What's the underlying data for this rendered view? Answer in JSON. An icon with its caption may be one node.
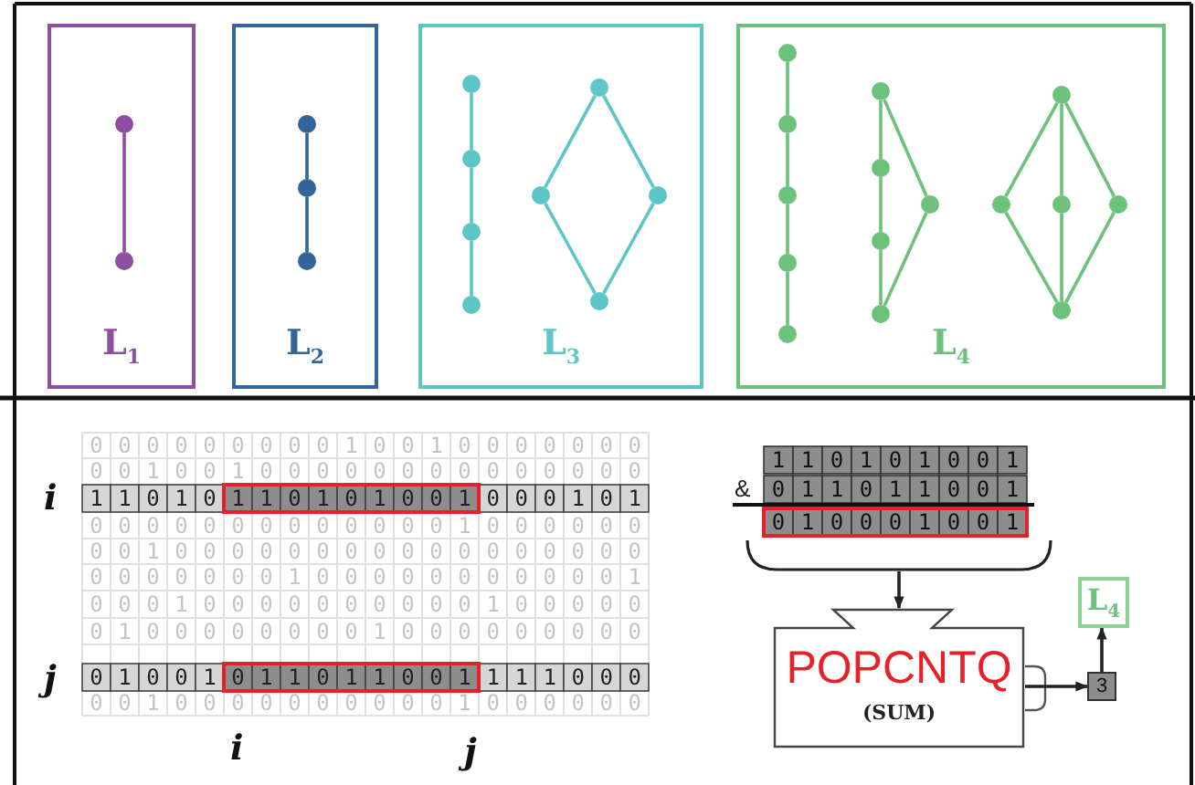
{
  "diagram": {
    "nodes": [
      {
        "text": [
          "L$_{1}$"
        ]
      },
      {
        "text": [],
        "shape": "circle",
        "in": 0
      },
      {
        "text": [],
        "shape": "circle",
        "in": 0
      },
      {
        "text": [
          "L$_{2}$"
        ]
      },
      {
        "text": [],
        "shape": "circle",
        "in": 3
      },
      {
        "text": [],
        "shape": "circle",
        "in": 3
      },
      {
        "text": [],
        "shape": "circle",
        "in": 3
      },
      {
        "text": [
          "L$_{3}$"
        ]
      },
      {
        "text": [],
        "shape": "circle",
        "in": 7
      },
      {
        "text": [],
        "shape": "circle",
        "in": 7
      },
      {
        "text": [],
        "shape": "circle",
        "in": 7
      },
      {
        "text": [],
        "shape": "circle",
        "in": 7
      },
      {
        "text": [],
        "shape": "circle",
        "in": 7
      },
      {
        "text": [],
        "shape": "circle",
        "in": 7
      },
      {
        "text": [],
        "shape": "circle",
        "in": 7
      },
      {
        "text": [],
        "shape": "circle",
        "in": 7
      },
      {
        "text": [
          "L$_{4}$"
        ]
      },
      {
        "text": [],
        "shape": "circle",
        "in": 16
      },
      {
        "text": [],
        "shape": "circle",
        "in": 16
      },
      {
        "text": [],
        "shape": "circle",
        "in": 16
      },
      {
        "text": [],
        "shape": "circle",
        "in": 16
      },
      {
        "text": [],
        "shape": "circle",
        "in": 16
      },
      {
        "text": [],
        "shape": "circle",
        "in": 16
      },
      {
        "text": [],
        "shape": "circle",
        "in": 16
      },
      {
        "text": [],
        "shape": "circle",
        "in": 16
      },
      {
        "text": [],
        "shape": "circle",
        "in": 16
      },
      {
        "text": [],
        "shape": "circle",
        "in": 16
      },
      {
        "text": [],
        "shape": "circle",
        "in": 16
      },
      {
        "text": [],
        "shape": "circle",
        "in": 16
      },
      {
        "text": [],
        "shape": "circle",
        "in": 16
      },
      {
        "text": [],
        "shape": "circle",
        "in": 16
      },
      {
        "text": [],
        "shape": "circle",
        "in": 16
      },
      {
        "text": [],
        "shape": "brace"
      },
      {
        "text": [
          "POPCNTQ",
          "(SUM)"
        ]
      },
      {
        "text": [
          "3"
        ]
      },
      {
        "text": [
          "L$_{4}$"
        ]
      }
    ],
    "edges": [
      {
        "from": 1,
        "to": 2,
        "arrow": "none",
        "color": "#8e4fa3"
      },
      {
        "from": 4,
        "to": 5,
        "arrow": "none",
        "color": "#34659a"
      },
      {
        "from": 5,
        "to": 6,
        "arrow": "none",
        "color": "#34659a"
      },
      {
        "from": 8,
        "to": 9,
        "arrow": "none",
        "color": "#5cc6c6"
      },
      {
        "from": 9,
        "to": 10,
        "arrow": "none",
        "color": "#5cc6c6"
      },
      {
        "from": 10,
        "to": 11,
        "arrow": "none",
        "color": "#5cc6c6"
      },
      {
        "from": 12,
        "to": 13,
        "arrow": "none",
        "color": "#5cc6c6"
      },
      {
        "from": 12,
        "to": 14,
        "arrow": "none",
        "color": "#5cc6c6"
      },
      {
        "from": 13,
        "to": 15,
        "arrow": "none",
        "color": "#5cc6c6"
      },
      {
        "from": 14,
        "to": 15,
        "arrow": "none",
        "color": "#5cc6c6"
      },
      {
        "from": 17,
        "to": 18,
        "arrow": "none"
      },
      {
        "from": 18,
        "to": 19,
        "arrow": "none"
      },
      {
        "from": 19,
        "to": 20,
        "arrow": "none"
      },
      {
        "from": 20,
        "to": 21,
        "arrow": "none"
      },
      {
        "from": 22,
        "to": 23,
        "arrow": "none"
      },
      {
        "from": 23,
        "to": 24,
        "arrow": "none"
      },
      {
        "from": 24,
        "to": 25,
        "arrow": "none"
      },
      {
        "from": 22,
        "to": 26,
        "arrow": "none"
      },
      {
        "from": 26,
        "to": 25,
        "arrow": "none"
      },
      {
        "from": 27,
        "to": 28,
        "arrow": "none"
      },
      {
        "from": 27,
        "to": 29,
        "arrow": "none"
      },
      {
        "from": 27,
        "to": 30,
        "arrow": "none"
      },
      {
        "from": 28,
        "to": 31,
        "arrow": "none"
      },
      {
        "from": 29,
        "to": 31,
        "arrow": "none"
      },
      {
        "from": 30,
        "to": 31,
        "arrow": "none"
      },
      {
        "from": 32,
        "to": 33,
        "arrow": "to",
        "color": "#222222"
      },
      {
        "from": 33,
        "to": 34,
        "arrow": "to",
        "color": "#222222"
      },
      {
        "from": 34,
        "to": 35,
        "arrow": "to",
        "color": "#222222"
      }
    ],
    "labels": [
      "00000000010010000000",
      "00100100000000000000",
      "i",
      "11010110101001000101",
      "00000000000001000000",
      "00100000000000000000",
      "00000001000000000001",
      "00010000000000100000",
      "01000000001000000000",
      "j",
      "01001011011001111000",
      "00100000000001000000",
      "i",
      "j",
      "110101001",
      "&",
      "011011001",
      "010001001"
    ]
  }
}
